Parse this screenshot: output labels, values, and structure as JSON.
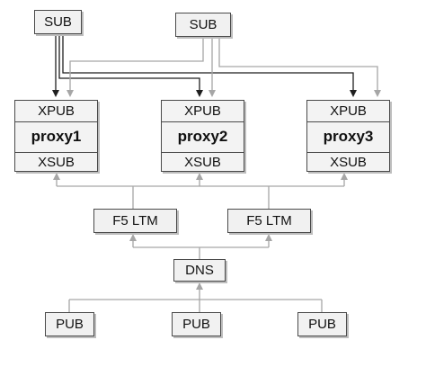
{
  "subs": [
    {
      "label": "SUB"
    },
    {
      "label": "SUB"
    }
  ],
  "proxies": [
    {
      "top": "XPUB",
      "name": "proxy1",
      "bottom": "XSUB"
    },
    {
      "top": "XPUB",
      "name": "proxy2",
      "bottom": "XSUB"
    },
    {
      "top": "XPUB",
      "name": "proxy3",
      "bottom": "XSUB"
    }
  ],
  "load_balancers": [
    {
      "label": "F5 LTM"
    },
    {
      "label": "F5 LTM"
    }
  ],
  "dns": {
    "label": "DNS"
  },
  "pubs": [
    {
      "label": "PUB"
    },
    {
      "label": "PUB"
    },
    {
      "label": "PUB"
    }
  ],
  "colors": {
    "dark_line": "#1f1f1f",
    "light_line": "#a6a6a6",
    "box_fill": "#f1f1f1",
    "box_border": "#4a4a4a"
  }
}
